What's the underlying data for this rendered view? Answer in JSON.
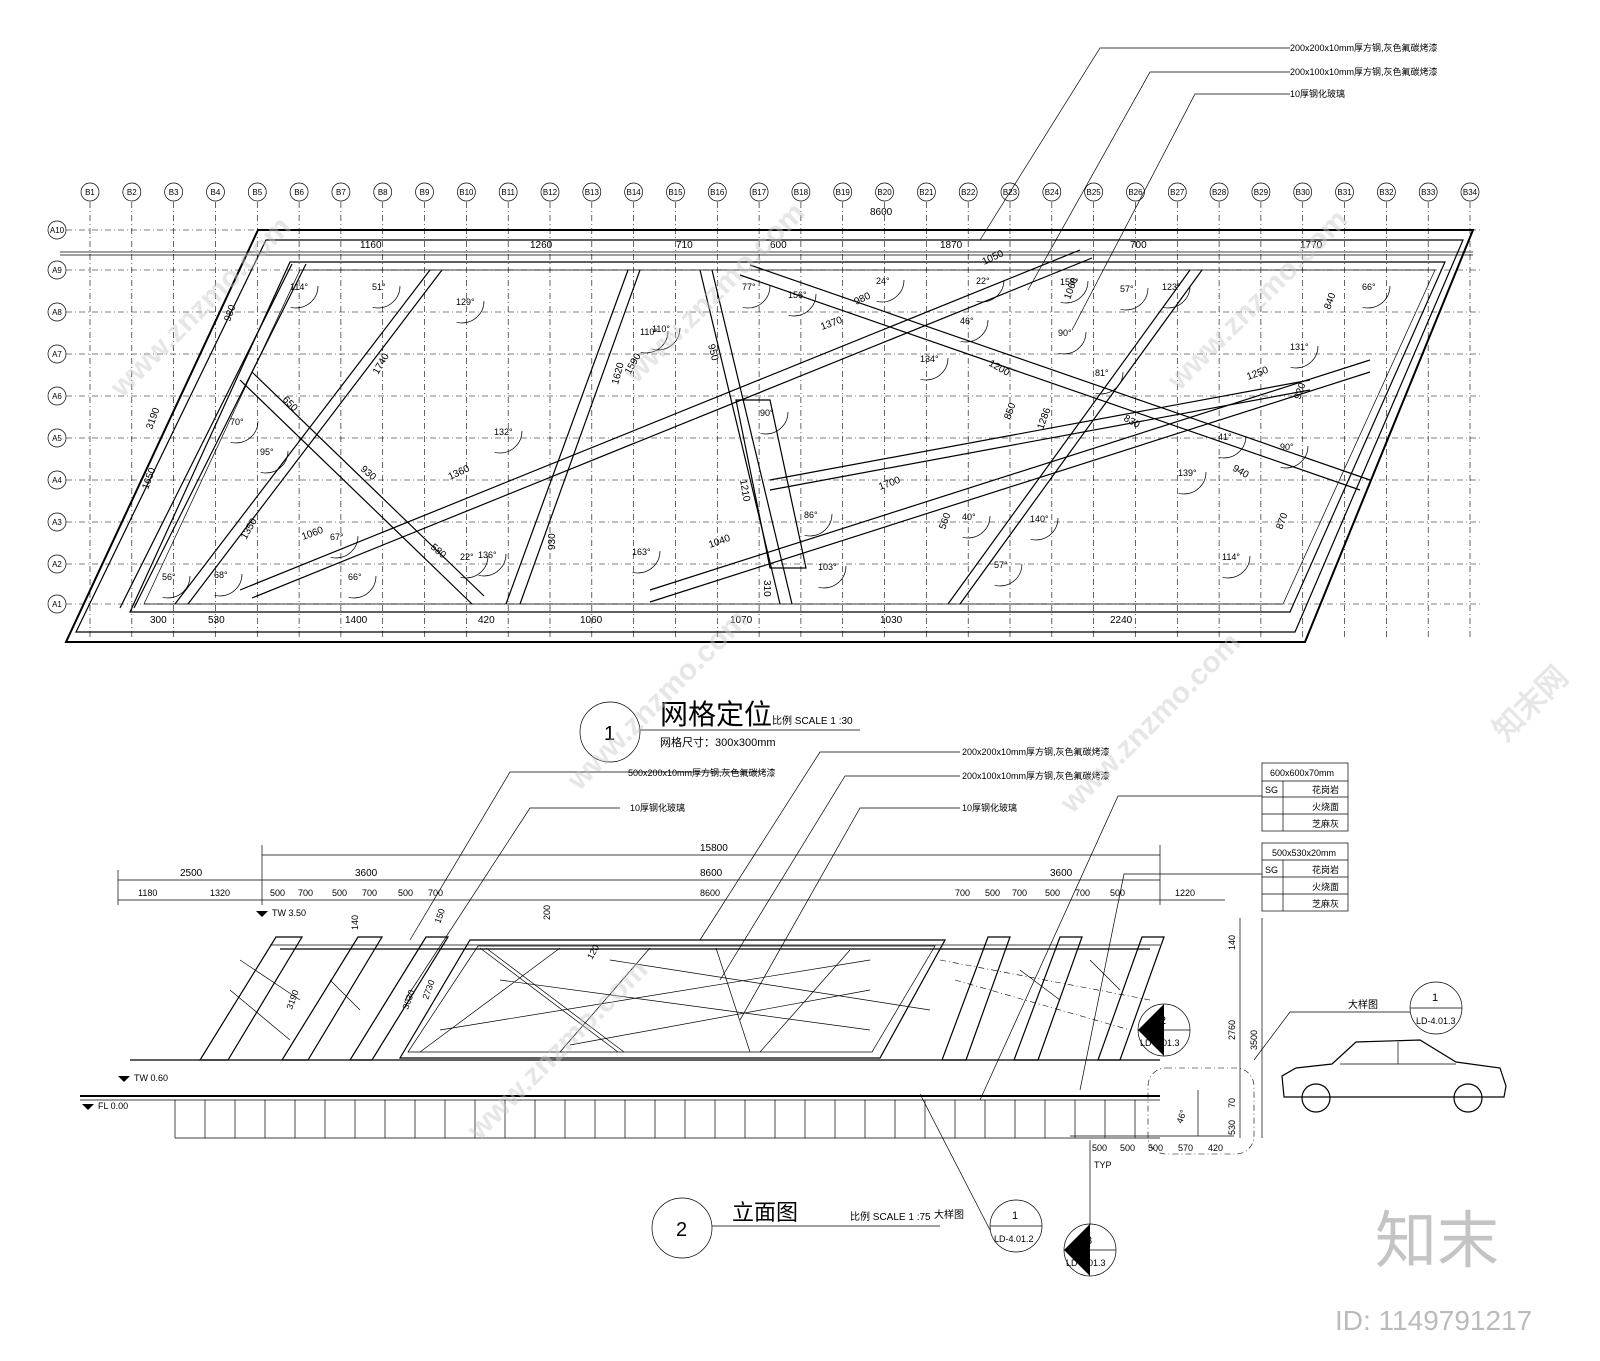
{
  "grid": {
    "cols": [
      "B1",
      "B2",
      "B3",
      "B4",
      "B5",
      "B6",
      "B7",
      "B8",
      "B9",
      "B10",
      "B11",
      "B12",
      "B13",
      "B14",
      "B15",
      "B16",
      "B17",
      "B18",
      "B19",
      "B20",
      "B21",
      "B22",
      "B23",
      "B24",
      "B25",
      "B26",
      "B27",
      "B28",
      "B29",
      "B30",
      "B31",
      "B32",
      "B33",
      "B34"
    ],
    "rows": [
      "A10",
      "A9",
      "A8",
      "A7",
      "A6",
      "A5",
      "A4",
      "A3",
      "A2",
      "A1"
    ]
  },
  "plan": {
    "callouts": [
      "200x200x10mm厚方钢,灰色氟碳烤漆",
      "200x100x10mm厚方钢,灰色氟碳烤漆",
      "10厚钢化玻璃"
    ],
    "dims_top": [
      "8600",
      "1160",
      "1260",
      "710",
      "600",
      "1870",
      "700",
      "1770"
    ],
    "dims_bottom": [
      "300",
      "530",
      "1400",
      "420",
      "1060",
      "1070",
      "1030",
      "2240"
    ],
    "dims_inner": [
      "3190",
      "1650",
      "980",
      "650",
      "1740",
      "1350",
      "1060",
      "930",
      "580",
      "1620",
      "1590",
      "1360",
      "930",
      "950",
      "1210",
      "310",
      "1040",
      "1370",
      "980",
      "1050",
      "1700",
      "850",
      "1286",
      "1060",
      "830",
      "1250",
      "940",
      "920",
      "840",
      "870",
      "560",
      "1200"
    ],
    "angles": [
      "114°",
      "51°",
      "129°",
      "70°",
      "95°",
      "56°",
      "68°",
      "67°",
      "66°",
      "22°",
      "136°",
      "110°",
      "132°",
      "163°",
      "110°",
      "77°",
      "156°",
      "24°",
      "90°",
      "86°",
      "103°",
      "22°",
      "46°",
      "134°",
      "158°",
      "90°",
      "57°",
      "123°",
      "81°",
      "140°",
      "139°",
      "41°",
      "90°",
      "131°",
      "66°",
      "114°",
      "57°",
      "40°"
    ],
    "number": "1",
    "title": "网格定位",
    "scale": "比例 SCALE 1 :30",
    "grid_size": "网格尺寸：300x300mm"
  },
  "elevation": {
    "callouts": [
      "200x200x10mm厚方钢,灰色氟碳烤漆",
      "500x200x10mm厚方钢,灰色氟碳烤漆",
      "200x100x10mm厚方钢,灰色氟碳烤漆",
      "10厚钢化玻璃",
      "10厚钢化玻璃"
    ],
    "dims_total": "15800",
    "dims_row2": [
      "2500",
      "3600",
      "8600",
      "3600"
    ],
    "dims_row3": [
      "1180",
      "1320",
      "500",
      "700",
      "500",
      "700",
      "500",
      "700",
      "8600",
      "700",
      "500",
      "700",
      "500",
      "700",
      "500",
      "1220"
    ],
    "dims_right": [
      "140",
      "2760",
      "3500",
      "70",
      "530"
    ],
    "dims_bottom": [
      "500",
      "500",
      "500",
      "570",
      "420"
    ],
    "bottom_typ": "TYP",
    "angle": "46°",
    "levels": [
      "TW 3.50",
      "TW 0.60",
      "FL 0.00"
    ],
    "inner_dims": [
      "140",
      "150",
      "200",
      "3190",
      "3030",
      "2730",
      "120"
    ],
    "table1": {
      "title": "600x600x70mm",
      "code": "SG",
      "rows": [
        "花岗岩",
        "火烧面",
        "芝麻灰"
      ]
    },
    "table2": {
      "title": "500x530x20mm",
      "code": "SG",
      "rows": [
        "花岗岩",
        "火烧面",
        "芝麻灰"
      ]
    },
    "number": "2",
    "title": "立面图",
    "scale": "比例 SCALE 1 :75"
  },
  "details": [
    {
      "label": "大样图",
      "num": "1",
      "ref": "LD-4.01.3"
    },
    {
      "label": "",
      "num": "2",
      "ref": "LD-4.01.3"
    },
    {
      "label": "大样图",
      "num": "1",
      "ref": "LD-4.01.2"
    },
    {
      "label": "",
      "num": "3",
      "ref": "LD-4.01.3"
    }
  ],
  "watermark": {
    "site": "www.znzmo.com",
    "brand": "知末网",
    "logo": "知末",
    "id": "ID: 1149791217"
  }
}
